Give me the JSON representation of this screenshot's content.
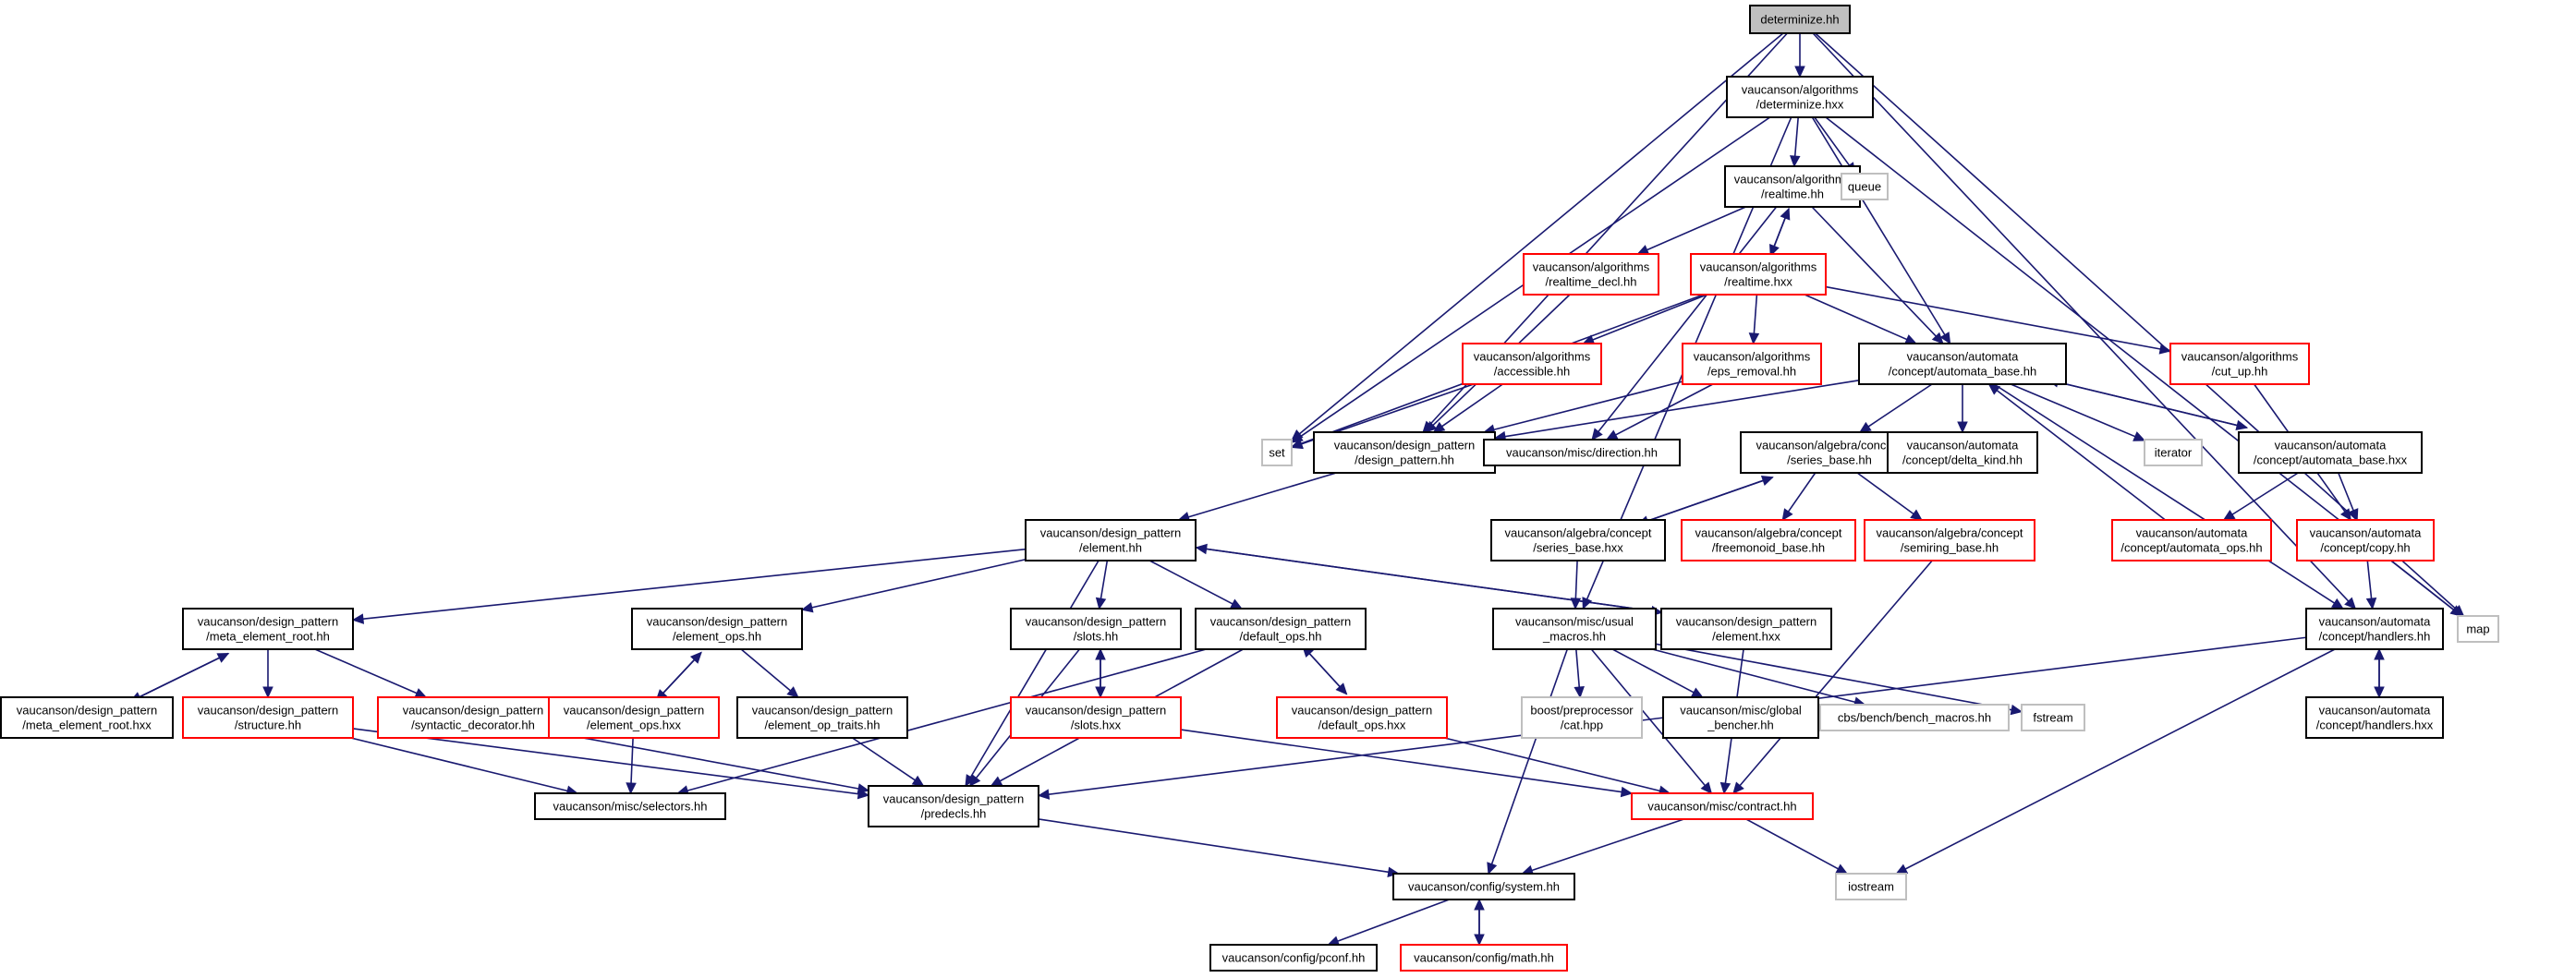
{
  "graph": {
    "title": "determinize.hh",
    "colors": {
      "edge": "#191970",
      "normal_border": "#000000",
      "truncated_border": "#ff0000",
      "external_border": "#bfbfbf",
      "root_fill": "#bfbfbf",
      "node_fill": "#ffffff",
      "text": "#000000"
    },
    "nodes": [
      {
        "id": "determinize_hh",
        "kind": "root",
        "lines": [
          "determinize.hh"
        ]
      },
      {
        "id": "determinize_hxx",
        "kind": "normal",
        "lines": [
          "vaucanson/algorithms",
          "/determinize.hxx"
        ]
      },
      {
        "id": "realtime_hh",
        "kind": "normal",
        "lines": [
          "vaucanson/algorithms",
          "/realtime.hh"
        ]
      },
      {
        "id": "queue",
        "kind": "external",
        "lines": [
          "queue"
        ]
      },
      {
        "id": "realtime_decl_hh",
        "kind": "truncated",
        "lines": [
          "vaucanson/algorithms",
          "/realtime_decl.hh"
        ]
      },
      {
        "id": "realtime_hxx",
        "kind": "truncated",
        "lines": [
          "vaucanson/algorithms",
          "/realtime.hxx"
        ]
      },
      {
        "id": "accessible_hh",
        "kind": "truncated",
        "lines": [
          "vaucanson/algorithms",
          "/accessible.hh"
        ]
      },
      {
        "id": "eps_removal_hh",
        "kind": "truncated",
        "lines": [
          "vaucanson/algorithms",
          "/eps_removal.hh"
        ]
      },
      {
        "id": "automata_base_hh",
        "kind": "normal",
        "lines": [
          "vaucanson/automata",
          "/concept/automata_base.hh"
        ]
      },
      {
        "id": "cut_up_hh",
        "kind": "truncated",
        "lines": [
          "vaucanson/algorithms",
          "/cut_up.hh"
        ]
      },
      {
        "id": "set",
        "kind": "external",
        "lines": [
          "set"
        ]
      },
      {
        "id": "design_pattern_hh",
        "kind": "normal",
        "lines": [
          "vaucanson/design_pattern",
          "/design_pattern.hh"
        ]
      },
      {
        "id": "direction_hh",
        "kind": "normal",
        "lines": [
          "vaucanson/misc/direction.hh"
        ]
      },
      {
        "id": "series_base_hh",
        "kind": "normal",
        "lines": [
          "vaucanson/algebra/concept",
          "/series_base.hh"
        ]
      },
      {
        "id": "delta_kind_hh",
        "kind": "normal",
        "lines": [
          "vaucanson/automata",
          "/concept/delta_kind.hh"
        ]
      },
      {
        "id": "iterator",
        "kind": "external",
        "lines": [
          "iterator"
        ]
      },
      {
        "id": "automata_base_hxx",
        "kind": "normal",
        "lines": [
          "vaucanson/automata",
          "/concept/automata_base.hxx"
        ]
      },
      {
        "id": "element_hh",
        "kind": "normal",
        "lines": [
          "vaucanson/design_pattern",
          "/element.hh"
        ]
      },
      {
        "id": "series_base_hxx",
        "kind": "normal",
        "lines": [
          "vaucanson/algebra/concept",
          "/series_base.hxx"
        ]
      },
      {
        "id": "freemonoid_base_hh",
        "kind": "truncated",
        "lines": [
          "vaucanson/algebra/concept",
          "/freemonoid_base.hh"
        ]
      },
      {
        "id": "semiring_base_hh",
        "kind": "truncated",
        "lines": [
          "vaucanson/algebra/concept",
          "/semiring_base.hh"
        ]
      },
      {
        "id": "automata_ops_hh",
        "kind": "truncated",
        "lines": [
          "vaucanson/automata",
          "/concept/automata_ops.hh"
        ]
      },
      {
        "id": "copy_hh",
        "kind": "truncated",
        "lines": [
          "vaucanson/automata",
          "/concept/copy.hh"
        ]
      },
      {
        "id": "meta_element_root_hh",
        "kind": "normal",
        "lines": [
          "vaucanson/design_pattern",
          "/meta_element_root.hh"
        ]
      },
      {
        "id": "element_ops_hh",
        "kind": "normal",
        "lines": [
          "vaucanson/design_pattern",
          "/element_ops.hh"
        ]
      },
      {
        "id": "slots_hh",
        "kind": "normal",
        "lines": [
          "vaucanson/design_pattern",
          "/slots.hh"
        ]
      },
      {
        "id": "default_ops_hh",
        "kind": "normal",
        "lines": [
          "vaucanson/design_pattern",
          "/default_ops.hh"
        ]
      },
      {
        "id": "usual_macros_hh",
        "kind": "normal",
        "lines": [
          "vaucanson/misc/usual",
          "_macros.hh"
        ]
      },
      {
        "id": "element_hxx",
        "kind": "normal",
        "lines": [
          "vaucanson/design_pattern",
          "/element.hxx"
        ]
      },
      {
        "id": "handlers_hh",
        "kind": "normal",
        "lines": [
          "vaucanson/automata",
          "/concept/handlers.hh"
        ]
      },
      {
        "id": "map",
        "kind": "external",
        "lines": [
          "map"
        ]
      },
      {
        "id": "meta_element_root_hxx",
        "kind": "normal",
        "lines": [
          "vaucanson/design_pattern",
          "/meta_element_root.hxx"
        ]
      },
      {
        "id": "structure_hh",
        "kind": "truncated",
        "lines": [
          "vaucanson/design_pattern",
          "/structure.hh"
        ]
      },
      {
        "id": "syntactic_decorator_hh",
        "kind": "truncated",
        "lines": [
          "vaucanson/design_pattern",
          "/syntactic_decorator.hh"
        ]
      },
      {
        "id": "element_ops_hxx",
        "kind": "truncated",
        "lines": [
          "vaucanson/design_pattern",
          "/element_ops.hxx"
        ]
      },
      {
        "id": "element_op_traits_hh",
        "kind": "normal",
        "lines": [
          "vaucanson/design_pattern",
          "/element_op_traits.hh"
        ]
      },
      {
        "id": "slots_hxx",
        "kind": "truncated",
        "lines": [
          "vaucanson/design_pattern",
          "/slots.hxx"
        ]
      },
      {
        "id": "default_ops_hxx",
        "kind": "truncated",
        "lines": [
          "vaucanson/design_pattern",
          "/default_ops.hxx"
        ]
      },
      {
        "id": "cat_hpp",
        "kind": "external",
        "lines": [
          "boost/preprocessor",
          "/cat.hpp"
        ]
      },
      {
        "id": "global_bencher_hh",
        "kind": "normal",
        "lines": [
          "vaucanson/misc/global",
          "_bencher.hh"
        ]
      },
      {
        "id": "bench_macros_hh",
        "kind": "external",
        "lines": [
          "cbs/bench/bench_macros.hh"
        ]
      },
      {
        "id": "fstream",
        "kind": "external",
        "lines": [
          "fstream"
        ]
      },
      {
        "id": "handlers_hxx",
        "kind": "normal",
        "lines": [
          "vaucanson/automata",
          "/concept/handlers.hxx"
        ]
      },
      {
        "id": "selectors_hh",
        "kind": "normal",
        "lines": [
          "vaucanson/misc/selectors.hh"
        ]
      },
      {
        "id": "predecls_hh",
        "kind": "normal",
        "lines": [
          "vaucanson/design_pattern",
          "/predecls.hh"
        ]
      },
      {
        "id": "contract_hh",
        "kind": "truncated",
        "lines": [
          "vaucanson/misc/contract.hh"
        ]
      },
      {
        "id": "system_hh",
        "kind": "normal",
        "lines": [
          "vaucanson/config/system.hh"
        ]
      },
      {
        "id": "iostream",
        "kind": "external",
        "lines": [
          "iostream"
        ]
      },
      {
        "id": "pconf_hh",
        "kind": "normal",
        "lines": [
          "vaucanson/config/pconf.hh"
        ]
      },
      {
        "id": "math_hh",
        "kind": "truncated",
        "lines": [
          "vaucanson/config/math.hh"
        ]
      }
    ],
    "edges": [
      [
        "determinize_hh",
        "determinize_hxx"
      ],
      [
        "determinize_hh",
        "set"
      ],
      [
        "determinize_hh",
        "design_pattern_hh"
      ],
      [
        "determinize_hh",
        "handlers_hh"
      ],
      [
        "determinize_hh",
        "map"
      ],
      [
        "determinize_hxx",
        "realtime_hh"
      ],
      [
        "determinize_hxx",
        "queue"
      ],
      [
        "determinize_hxx",
        "automata_base_hh"
      ],
      [
        "determinize_hxx",
        "set"
      ],
      [
        "determinize_hxx",
        "usual_macros_hh"
      ],
      [
        "determinize_hxx",
        "map"
      ],
      [
        "realtime_hh",
        "realtime_decl_hh"
      ],
      [
        "realtime_hh",
        "realtime_hxx"
      ],
      [
        "realtime_hh",
        "automata_base_hh"
      ],
      [
        "realtime_hh",
        "direction_hh"
      ],
      [
        "realtime_decl_hh",
        "design_pattern_hh"
      ],
      [
        "realtime_hxx",
        "realtime_hh"
      ],
      [
        "realtime_hxx",
        "accessible_hh"
      ],
      [
        "realtime_hxx",
        "eps_removal_hh"
      ],
      [
        "realtime_hxx",
        "automata_base_hh"
      ],
      [
        "realtime_hxx",
        "cut_up_hh"
      ],
      [
        "realtime_hxx",
        "set"
      ],
      [
        "accessible_hh",
        "set"
      ],
      [
        "accessible_hh",
        "design_pattern_hh"
      ],
      [
        "eps_removal_hh",
        "design_pattern_hh"
      ],
      [
        "eps_removal_hh",
        "direction_hh"
      ],
      [
        "cut_up_hh",
        "copy_hh"
      ],
      [
        "automata_base_hh",
        "design_pattern_hh"
      ],
      [
        "automata_base_hh",
        "series_base_hh"
      ],
      [
        "automata_base_hh",
        "delta_kind_hh"
      ],
      [
        "automata_base_hh",
        "iterator"
      ],
      [
        "automata_base_hh",
        "automata_base_hxx"
      ],
      [
        "automata_base_hh",
        "handlers_hh"
      ],
      [
        "automata_base_hxx",
        "automata_base_hh"
      ],
      [
        "automata_base_hxx",
        "automata_ops_hh"
      ],
      [
        "automata_base_hxx",
        "copy_hh"
      ],
      [
        "automata_ops_hh",
        "automata_base_hh"
      ],
      [
        "copy_hh",
        "handlers_hh"
      ],
      [
        "copy_hh",
        "map"
      ],
      [
        "design_pattern_hh",
        "element_hh"
      ],
      [
        "series_base_hh",
        "series_base_hxx"
      ],
      [
        "series_base_hh",
        "freemonoid_base_hh"
      ],
      [
        "series_base_hh",
        "semiring_base_hh"
      ],
      [
        "series_base_hxx",
        "series_base_hh"
      ],
      [
        "series_base_hxx",
        "usual_macros_hh"
      ],
      [
        "semiring_base_hh",
        "contract_hh"
      ],
      [
        "element_hh",
        "meta_element_root_hh"
      ],
      [
        "element_hh",
        "element_ops_hh"
      ],
      [
        "element_hh",
        "slots_hh"
      ],
      [
        "element_hh",
        "default_ops_hh"
      ],
      [
        "element_hh",
        "element_hxx"
      ],
      [
        "element_hh",
        "predecls_hh"
      ],
      [
        "element_hxx",
        "element_hh"
      ],
      [
        "element_hxx",
        "contract_hh"
      ],
      [
        "meta_element_root_hh",
        "meta_element_root_hxx"
      ],
      [
        "meta_element_root_hh",
        "structure_hh"
      ],
      [
        "meta_element_root_hh",
        "syntactic_decorator_hh"
      ],
      [
        "meta_element_root_hxx",
        "meta_element_root_hh"
      ],
      [
        "structure_hh",
        "selectors_hh"
      ],
      [
        "structure_hh",
        "predecls_hh"
      ],
      [
        "syntactic_decorator_hh",
        "predecls_hh"
      ],
      [
        "element_ops_hh",
        "element_ops_hxx"
      ],
      [
        "element_ops_hh",
        "element_op_traits_hh"
      ],
      [
        "element_ops_hxx",
        "element_ops_hh"
      ],
      [
        "element_ops_hxx",
        "selectors_hh"
      ],
      [
        "element_op_traits_hh",
        "predecls_hh"
      ],
      [
        "slots_hh",
        "slots_hxx"
      ],
      [
        "slots_hh",
        "predecls_hh"
      ],
      [
        "slots_hxx",
        "slots_hh"
      ],
      [
        "slots_hxx",
        "contract_hh"
      ],
      [
        "default_ops_hh",
        "default_ops_hxx"
      ],
      [
        "default_ops_hh",
        "predecls_hh"
      ],
      [
        "default_ops_hh",
        "selectors_hh"
      ],
      [
        "default_ops_hxx",
        "default_ops_hh"
      ],
      [
        "default_ops_hxx",
        "contract_hh"
      ],
      [
        "usual_macros_hh",
        "cat_hpp"
      ],
      [
        "usual_macros_hh",
        "global_bencher_hh"
      ],
      [
        "usual_macros_hh",
        "bench_macros_hh"
      ],
      [
        "usual_macros_hh",
        "fstream"
      ],
      [
        "usual_macros_hh",
        "system_hh"
      ],
      [
        "usual_macros_hh",
        "contract_hh"
      ],
      [
        "handlers_hh",
        "handlers_hxx"
      ],
      [
        "handlers_hh",
        "predecls_hh"
      ],
      [
        "handlers_hh",
        "iostream"
      ],
      [
        "handlers_hxx",
        "handlers_hh"
      ],
      [
        "predecls_hh",
        "system_hh"
      ],
      [
        "contract_hh",
        "system_hh"
      ],
      [
        "contract_hh",
        "iostream"
      ],
      [
        "system_hh",
        "pconf_hh"
      ],
      [
        "system_hh",
        "math_hh"
      ],
      [
        "math_hh",
        "system_hh"
      ]
    ]
  }
}
